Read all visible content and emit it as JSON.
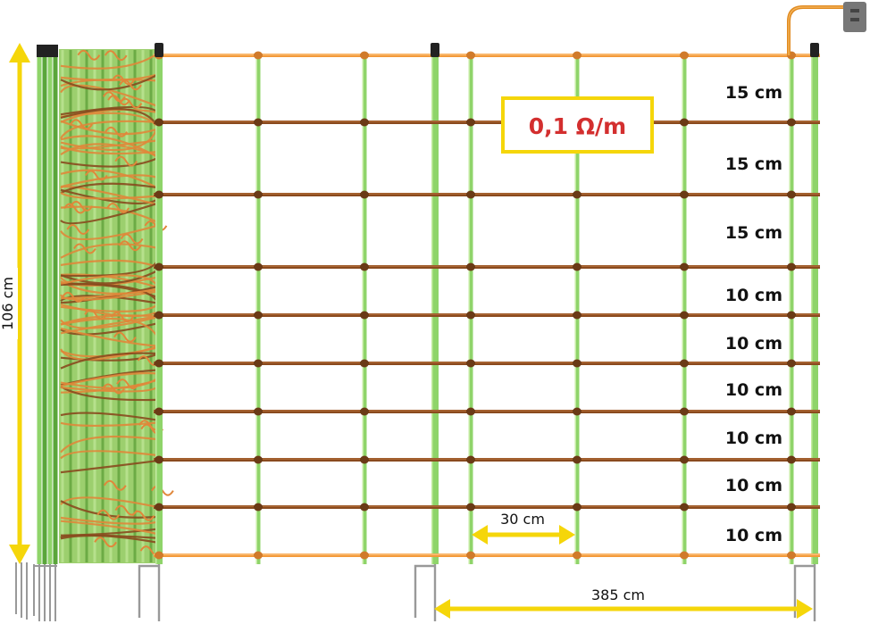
{
  "colors": {
    "post": "#8fd46a",
    "post_dark": "#5aa63a",
    "wire_top": "#f39a3a",
    "wire": "#8a4a1e",
    "wire_light": "#e0873a",
    "knot": "#6a3a16",
    "arrow": "#f5d60a",
    "resistance_text": "#d32f2f",
    "resistance_border": "#f5d60a",
    "cap": "#222222",
    "spike": "#999999",
    "hook": "#e08a20"
  },
  "height_label": "106 cm",
  "length_label": "385 cm",
  "post_spacing_label": "30 cm",
  "resistance_label": "0,1 Ω/m",
  "wire_spacings": [
    "15 cm",
    "15 cm",
    "15 cm",
    "10 cm",
    "10 cm",
    "10 cm",
    "10 cm",
    "10 cm",
    "10 cm"
  ]
}
